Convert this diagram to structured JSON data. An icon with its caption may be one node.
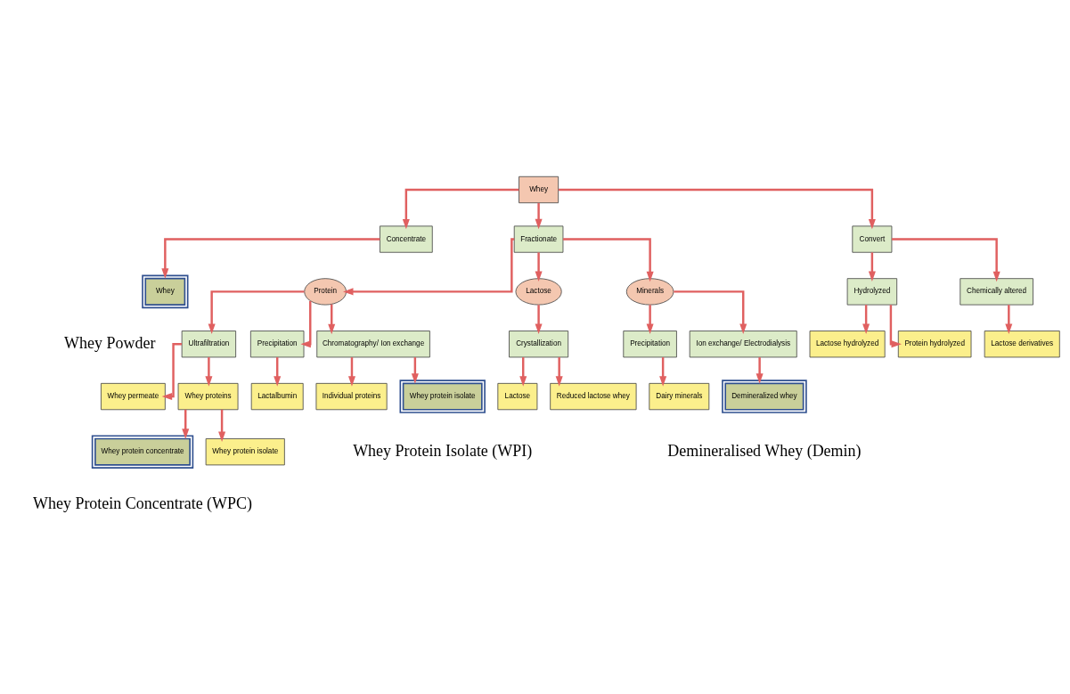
{
  "diagram": {
    "nodes": [
      {
        "text": [
          "Whey"
        ]
      },
      {
        "text": [
          "Concentrate"
        ]
      },
      {
        "text": [
          "Fractionate"
        ]
      },
      {
        "text": [
          "Convert"
        ]
      },
      {
        "text": [
          "Whey"
        ],
        "beside": [
          "Whey Powder"
        ]
      },
      {
        "text": [
          "Protein"
        ]
      },
      {
        "text": [
          "Lactose"
        ]
      },
      {
        "text": [
          "Minerals"
        ]
      },
      {
        "text": [
          "Hydrolyzed"
        ]
      },
      {
        "text": [
          "Chemically altered"
        ]
      },
      {
        "text": [
          "Ultrafiltration"
        ]
      },
      {
        "text": [
          "Precipitation"
        ]
      },
      {
        "text": [
          "Chromatography/ Ion exchange"
        ]
      },
      {
        "text": [
          "Crystallization"
        ]
      },
      {
        "text": [
          "Precipitation"
        ]
      },
      {
        "text": [
          "Ion exchange/ Electrodialysis"
        ]
      },
      {
        "text": [
          "Lactose hydrolyzed"
        ]
      },
      {
        "text": [
          "Protein hydrolyzed"
        ]
      },
      {
        "text": [
          "Lactose derivatives"
        ]
      },
      {
        "text": [
          "Lactalbumin"
        ]
      },
      {
        "text": [
          "Whey permeate"
        ]
      },
      {
        "text": [
          "Whey proteins"
        ]
      },
      {
        "text": [
          "Individual proteins"
        ]
      },
      {
        "text": [
          "Whey protein isolate"
        ],
        "beside": [
          "Whey Protein Isolate (WPI)"
        ]
      },
      {
        "text": [
          "Dairy minerals"
        ]
      },
      {
        "text": [
          "Demineralized whey"
        ],
        "beside": [
          "Demineralised Whey (Demin)"
        ]
      },
      {
        "text": [
          "Whey protein concentrate"
        ],
        "beside": [
          "Whey Protein Concentrate (WPC)"
        ]
      },
      {
        "text": [
          "Whey protein isolate"
        ]
      },
      {
        "text": [
          "Lactose"
        ]
      },
      {
        "text": [
          "Reduced lactose whey"
        ]
      }
    ],
    "edges": [
      {
        "from": 0,
        "to": 1,
        "arrow": "to"
      },
      {
        "from": 0,
        "to": 2,
        "arrow": "to"
      },
      {
        "from": 0,
        "to": 3,
        "arrow": "to"
      },
      {
        "from": 1,
        "to": 4,
        "arrow": "to"
      },
      {
        "from": 2,
        "to": 5,
        "arrow": "to"
      },
      {
        "from": 2,
        "to": 6,
        "arrow": "to"
      },
      {
        "from": 2,
        "to": 7,
        "arrow": "to"
      },
      {
        "from": 3,
        "to": 8,
        "arrow": "to"
      },
      {
        "from": 3,
        "to": 9,
        "arrow": "to"
      },
      {
        "from": 5,
        "to": 10,
        "arrow": "to"
      },
      {
        "from": 5,
        "to": 11,
        "arrow": "to"
      },
      {
        "from": 5,
        "to": 12,
        "arrow": "to"
      },
      {
        "from": 6,
        "to": 13,
        "arrow": "to"
      },
      {
        "from": 7,
        "to": 14,
        "arrow": "to"
      },
      {
        "from": 7,
        "to": 15,
        "arrow": "to"
      },
      {
        "from": 8,
        "to": 16,
        "arrow": "to"
      },
      {
        "from": 8,
        "to": 17,
        "arrow": "to"
      },
      {
        "from": 9,
        "to": 18,
        "arrow": "to"
      },
      {
        "from": 10,
        "to": 20,
        "arrow": "to"
      },
      {
        "from": 10,
        "to": 21,
        "arrow": "to"
      },
      {
        "from": 11,
        "to": 19,
        "arrow": "to"
      },
      {
        "from": 12,
        "to": 22,
        "arrow": "to"
      },
      {
        "from": 12,
        "to": 23,
        "arrow": "to"
      },
      {
        "from": 13,
        "to": 28,
        "arrow": "to"
      },
      {
        "from": 13,
        "to": 29,
        "arrow": "to"
      },
      {
        "from": 14,
        "to": 24,
        "arrow": "to"
      },
      {
        "from": 15,
        "to": 25,
        "arrow": "to"
      },
      {
        "from": 21,
        "to": 26,
        "arrow": "to"
      },
      {
        "from": 21,
        "to": 27,
        "arrow": "to"
      }
    ]
  }
}
